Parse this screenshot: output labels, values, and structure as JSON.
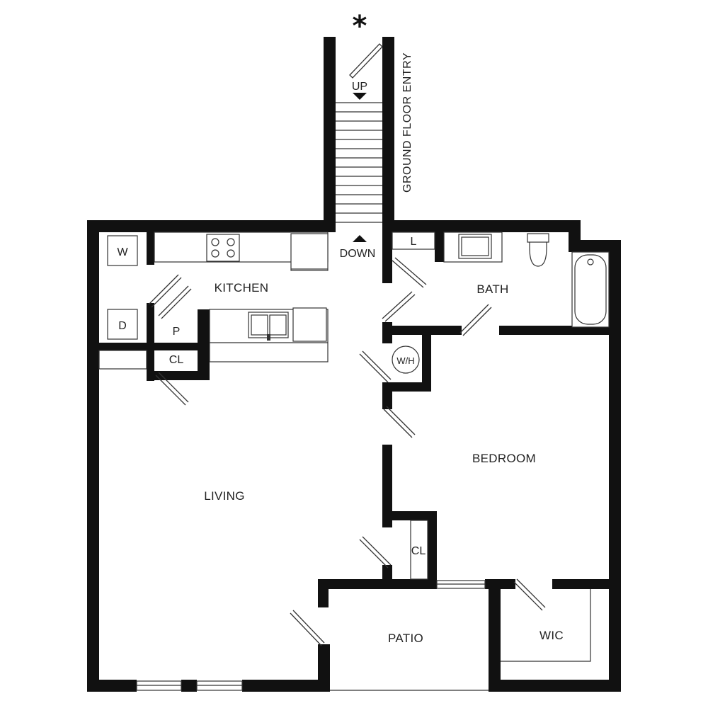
{
  "plan": {
    "entry_marker": "*",
    "entry_label": "GROUND FLOOR ENTRY",
    "stair_up": "UP",
    "stair_down": "DOWN",
    "rooms": {
      "kitchen": "KITCHEN",
      "bath": "BATH",
      "bedroom": "BEDROOM",
      "living": "LIVING",
      "patio": "PATIO",
      "wic": "WIC"
    },
    "fixtures": {
      "washer": "W",
      "dryer": "D",
      "pantry": "P",
      "closet_kitchen": "CL",
      "linen": "L",
      "water_heater": "W/H",
      "closet_bedroom": "CL"
    }
  }
}
